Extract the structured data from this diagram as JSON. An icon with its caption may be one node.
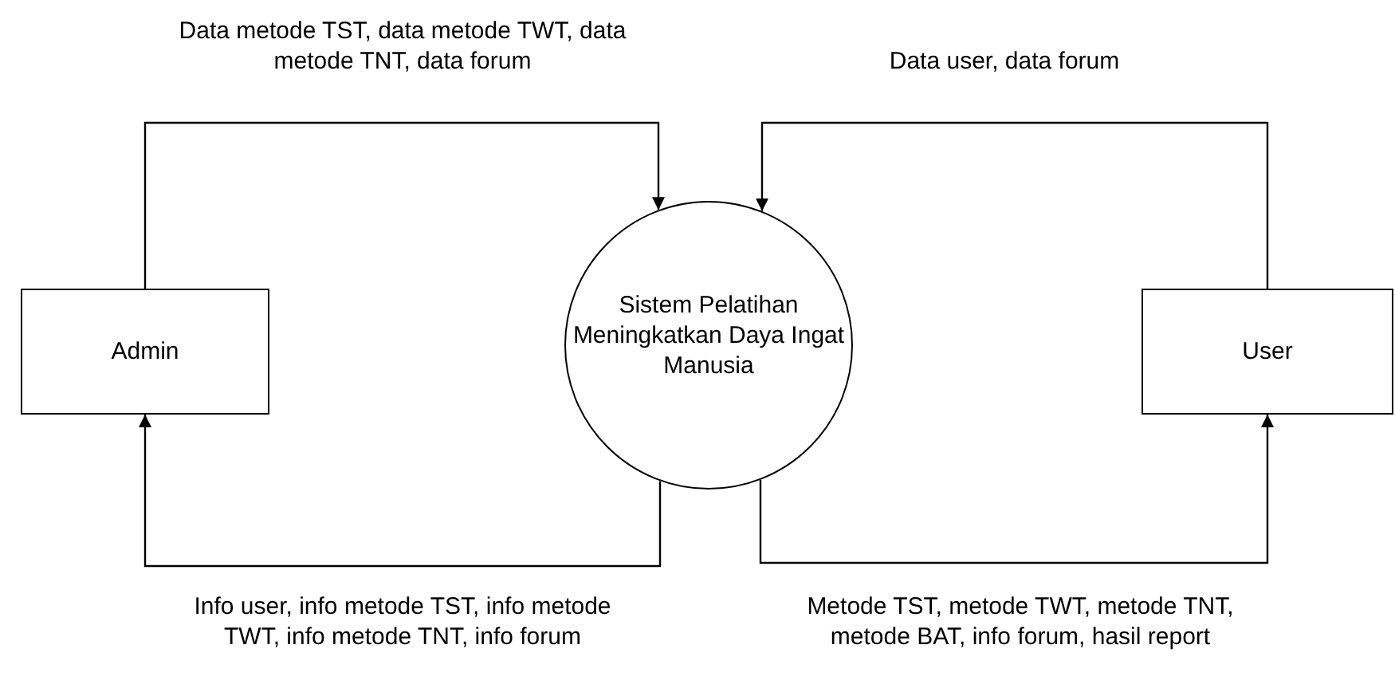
{
  "diagram": {
    "nodes": [
      {
        "text": [
          "Admin"
        ]
      },
      {
        "text": [
          "Sistem Pelatihan Meningkatkan Daya Ingat Manusia"
        ]
      },
      {
        "text": [
          "User"
        ]
      }
    ],
    "edges": [
      {
        "from": 0,
        "to": 1,
        "arrow": "to",
        "label": "Data metode TST, data metode TWT, data metode TNT, data forum"
      },
      {
        "from": 2,
        "to": 1,
        "arrow": "to",
        "label": "Data user, data forum"
      },
      {
        "from": 1,
        "to": 0,
        "arrow": "to",
        "label": "Info user, info metode TST, info metode TWT, info metode TNT, info forum"
      },
      {
        "from": 1,
        "to": 2,
        "arrow": "to",
        "label": "Metode TST, metode TWT, metode TNT, metode BAT, info forum, hasil report"
      }
    ]
  }
}
